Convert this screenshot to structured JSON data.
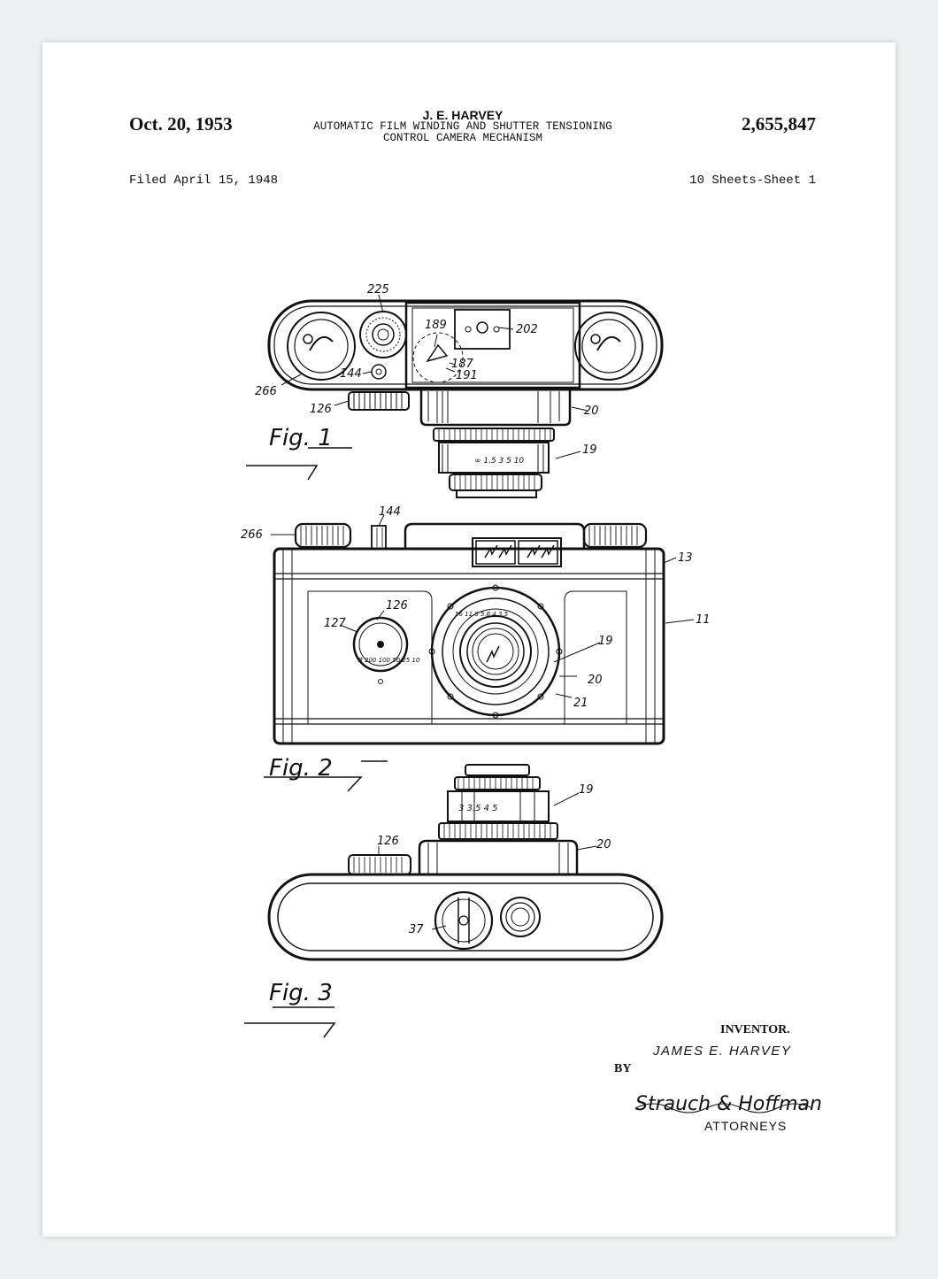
{
  "header": {
    "date": "Oct. 20, 1953",
    "inventor_head": "J. E. HARVEY",
    "title_line1": "AUTOMATIC FILM WINDING AND SHUTTER TENSIONING",
    "title_line2": "CONTROL CAMERA MECHANISM",
    "patent_number": "2,655,847",
    "filed": "Filed April 15, 1948",
    "sheets": "10 Sheets-Sheet 1"
  },
  "figures": {
    "fig1": "Fig. 1",
    "fig2": "Fig. 2",
    "fig3": "Fig. 3"
  },
  "labels": {
    "l225": "225",
    "l189": "189",
    "l202": "202",
    "l187": "187",
    "l191": "191",
    "l144": "144",
    "l266": "266",
    "l126": "126",
    "l20": "20",
    "l19": "19",
    "l13": "13",
    "l11": "11",
    "l127": "127",
    "l21": "21",
    "l37": "37"
  },
  "lens_scale": {
    "fig1_marks": "∞ 1.5 3 5 10",
    "fig2_apertures": "16 11 8 5.6 4 3.5",
    "fig3_marks": "3 3.5 4 5",
    "shutter_speeds": "B 200 100 50 25 10"
  },
  "signature": {
    "inventor_label": "INVENTOR.",
    "inventor_name": "JAMES E. HARVEY",
    "by": "BY",
    "attorneys_firm": "Strauch & Hoffman",
    "attorneys_label": "ATTORNEYS"
  }
}
